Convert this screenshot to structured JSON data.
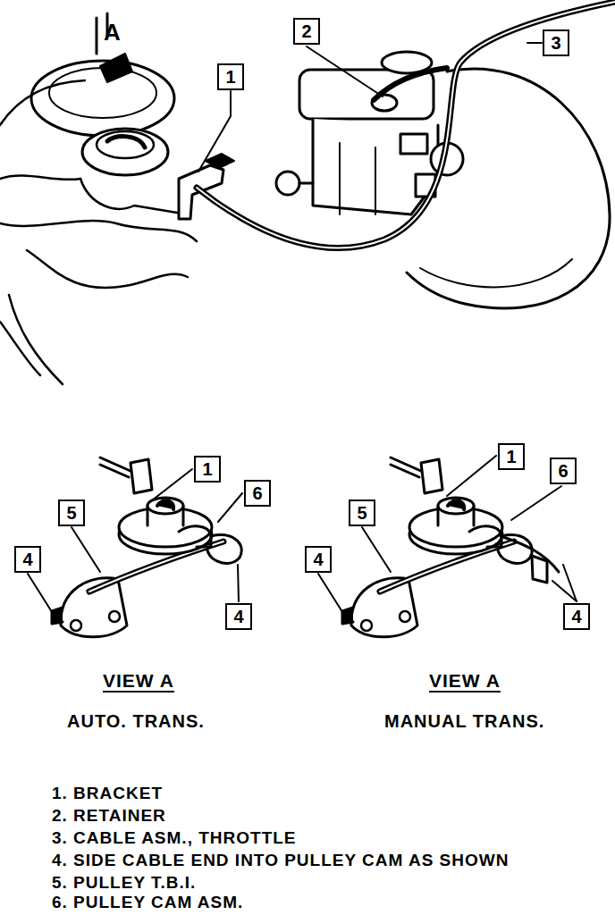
{
  "diagram": {
    "nodes": [
      {
        "text": [
          "2"
        ]
      },
      {
        "text": [
          "3"
        ]
      },
      {
        "text": [
          "1"
        ]
      },
      {
        "text": [
          "1"
        ]
      },
      {
        "text": [
          "6"
        ]
      },
      {
        "text": [
          "5"
        ]
      },
      {
        "text": [
          "4"
        ]
      },
      {
        "text": [
          "4"
        ]
      },
      {
        "text": [
          "1"
        ]
      },
      {
        "text": [
          "6"
        ]
      },
      {
        "text": [
          "5"
        ]
      },
      {
        "text": [
          "4"
        ]
      },
      {
        "text": [
          "4"
        ]
      }
    ],
    "labels": [
      "A",
      "VIEW A",
      "AUTO. TRANS.",
      "VIEW A",
      "MANUAL TRANS.",
      "1. BRACKET",
      "2. RETAINER",
      "3. CABLE ASM., THROTTLE",
      "4. SIDE CABLE END INTO PULLEY CAM AS SHOWN",
      "5. PULLEY T.B.I.",
      "6. PULLEY CAM ASM."
    ]
  }
}
